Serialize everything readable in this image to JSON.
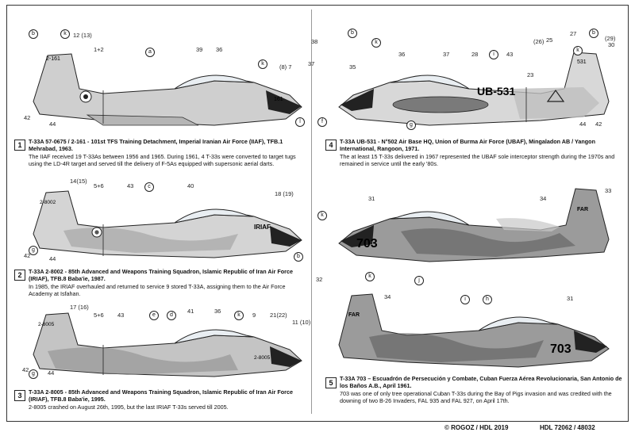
{
  "profiles": [
    {
      "number": "1",
      "heading": "T-33A 57-0675 / 2-161 - 101st TFS Training Detachment, Imperial Iranian Air Force (IIAF), TFB.1 Mehrabad, 1963.",
      "text": "The IIAF received 19 T-33As between 1956 and 1965. During 1961, 4 T-33s were converted to target tugs using the LD-4R target and served till the delivery of F-5As equipped with supersonic aerial darts.",
      "tail_code": "2-161",
      "body_code": "161",
      "callouts": [
        "12 (13)",
        "1+2",
        "39",
        "36",
        "(8) 7",
        "37",
        "42",
        "44"
      ],
      "letters": [
        "b",
        "k",
        "a",
        "k",
        "l"
      ]
    },
    {
      "number": "2",
      "heading": "T-33A 2-8002 - 85th Advanced and Weapons Training Squadron, Islamic Republic of Iran Air Force (IRIAF), TFB.8 Baba'ie, 1987.",
      "text": "In 1985, the IRIAF overhauled and returned to service 9 stored T-33A, assigning them to the Air Force Academy at Isfahan.",
      "tail_code": "2-8002",
      "body_code": "IRIAF",
      "callouts": [
        "14(15)",
        "5+6",
        "43",
        "40",
        "18 (19)",
        "42",
        "44"
      ],
      "letters": [
        "c",
        "g",
        "b"
      ]
    },
    {
      "number": "3",
      "heading": "T-33A 2-8005 - 85th Advanced and Weapons Training Squadron, Islamic Republic of Iran Air Force (IRIAF), TFB.8 Baba'ie, 1995.",
      "text": "2-8005 crashed on August 26th, 1995, but the last IRIAF T-33s served till 2005.",
      "tail_code": "2-8005",
      "body_code": "2-8005",
      "callouts": [
        "17 (16)",
        "5+6",
        "43",
        "41",
        "36",
        "9",
        "21(22)",
        "11 (10)",
        "42",
        "44"
      ],
      "letters": [
        "e",
        "d",
        "k",
        "g"
      ]
    },
    {
      "number": "4",
      "heading": "T-33A UB-531 - N°502 Air Base HQ, Union of Burma Air Force (UBAF), Mingaladon AB / Yangon International, Rangoon, 1971.",
      "text": "The at least 15 T-33s delivered in 1967 represented the UBAF sole interceptor strength during the 1970s and remained in service until the early '80s.",
      "tail_code": "531",
      "body_code": "UB-531",
      "callouts": [
        "38",
        "36",
        "35",
        "37",
        "28",
        "43",
        "23",
        "(26)",
        "25",
        "27",
        "(29)",
        "30",
        "44",
        "42"
      ],
      "letters": [
        "b",
        "k",
        "f",
        "g",
        "i",
        "k",
        "b"
      ]
    },
    {
      "number": "5",
      "heading": "T-33A 703 – Escuadrón de Persecución y Combate, Cuban Fuerza Aérea Revolucionaria, San Antonio de los Baños A.B., April 1961.",
      "text": "703 was one of only tree operational Cuban T-33s during the Bay of Pigs invasion and was credited with the downing of two B-26 Invaders, FAL 935 and FAL 927, on April 17th.",
      "tail_code": "FAR",
      "body_code": "703",
      "callouts": [
        "31",
        "34",
        "33",
        "32",
        "34",
        "31"
      ],
      "letters": [
        "k",
        "j",
        "k",
        "i",
        "h"
      ]
    }
  ],
  "footer": {
    "copyright": "© ROGOZ / HDL 2019",
    "catalog": "HDL 72062 / 48032"
  },
  "colors": {
    "silver": "#c9c9c9",
    "dark_camo": "#7a7a7a",
    "light_camo": "#e4e4e4",
    "anti_glare": "#222222"
  }
}
